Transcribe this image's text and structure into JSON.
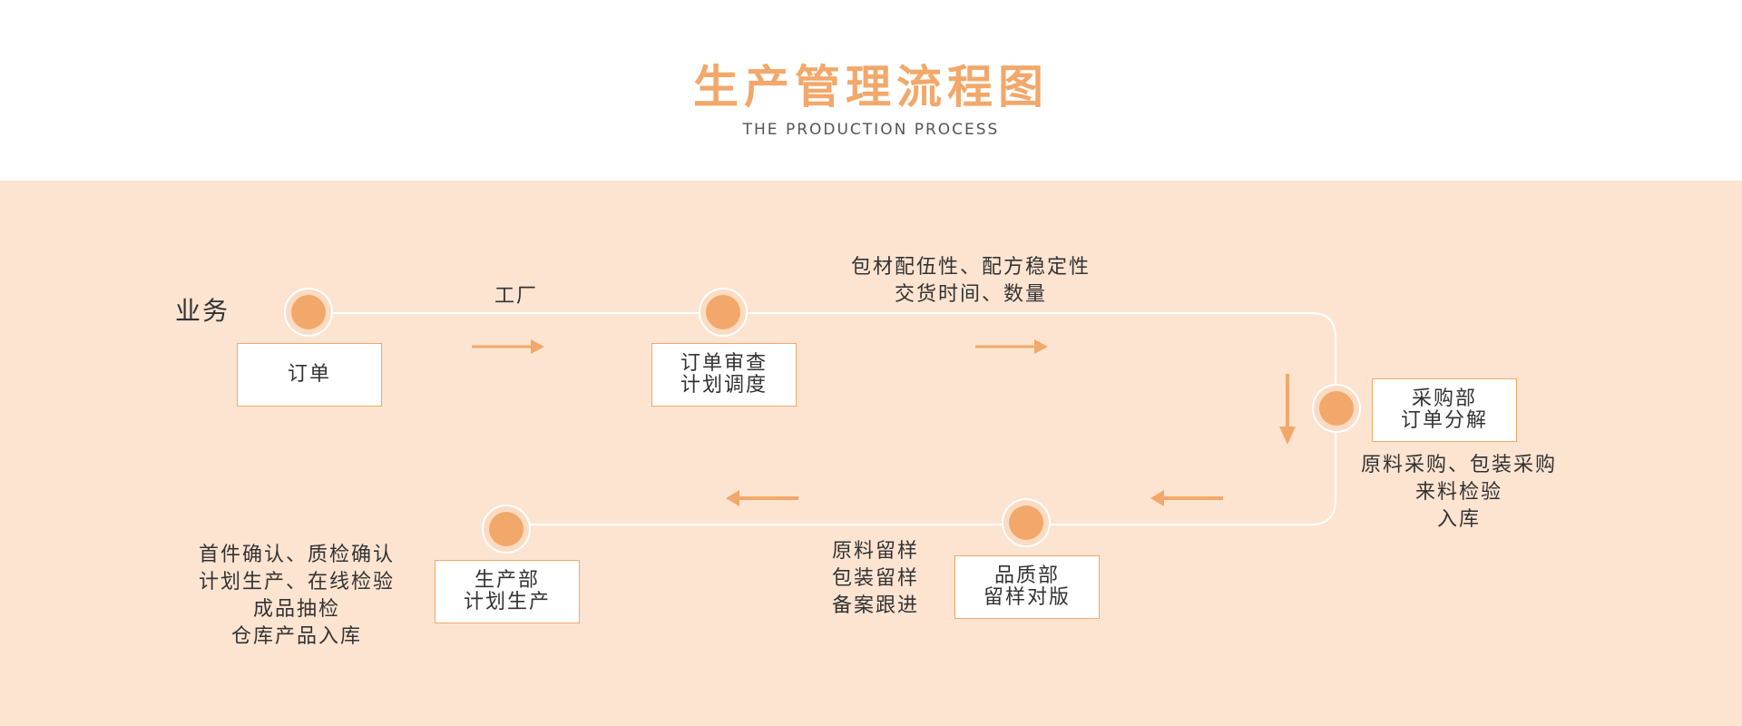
{
  "header": {
    "title": "生产管理流程图",
    "subtitle": "THE PRODUCTION PROCESS"
  },
  "colors": {
    "accent": "#f2a86a",
    "panel_bg": "#fce4d1",
    "line": "#ffffff",
    "text": "#333333"
  },
  "flow": {
    "start_label": "业务",
    "factory_label": "工厂",
    "note_top": [
      "包材配伍性、配方稳定性",
      "交货时间、数量"
    ],
    "steps": [
      {
        "lines": [
          "订单"
        ]
      },
      {
        "lines": [
          "订单审查",
          "计划调度"
        ]
      },
      {
        "lines": [
          "采购部",
          "订单分解"
        ]
      },
      {
        "lines": [
          "品质部",
          "留样对版"
        ]
      },
      {
        "lines": [
          "生产部",
          "计划生产"
        ]
      }
    ],
    "note_purchase": [
      "原料采购、包装采购",
      "来料检验",
      "入库"
    ],
    "note_quality": [
      "原料留样",
      "包装留样",
      "备案跟进"
    ],
    "note_production": [
      "首件确认、质检确认",
      "计划生产、在线检验",
      "成品抽检",
      "仓库产品入库"
    ]
  }
}
